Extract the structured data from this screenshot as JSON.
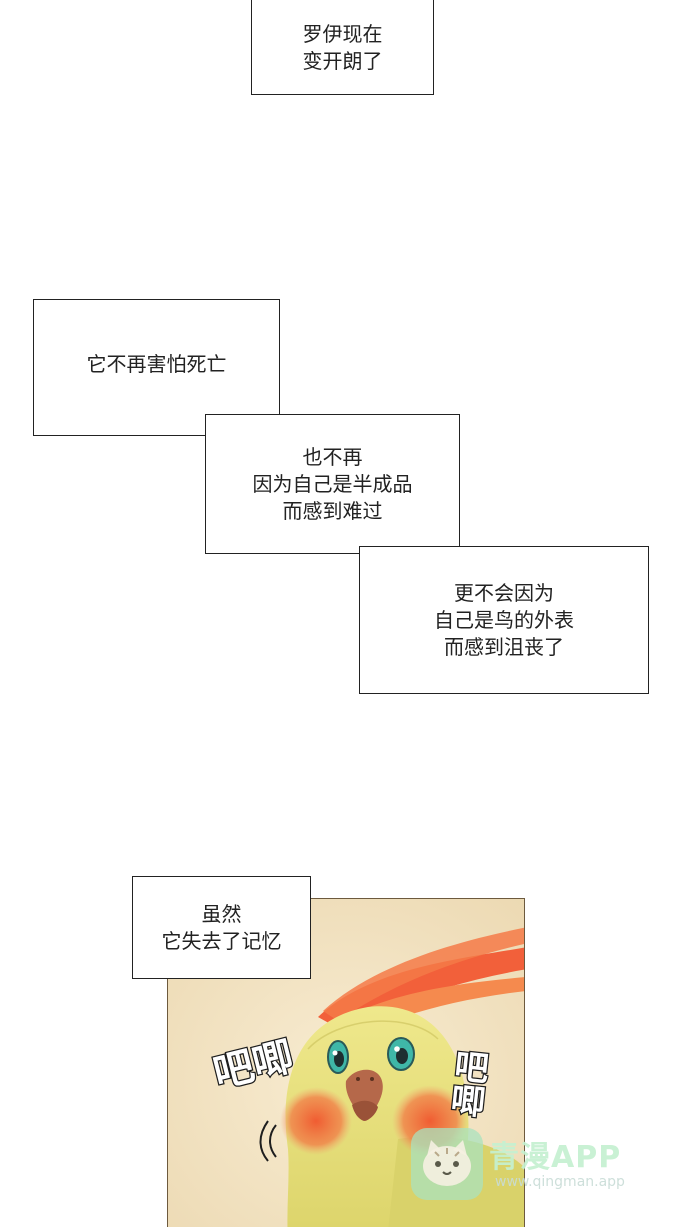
{
  "captions": [
    {
      "lines": [
        "罗伊现在",
        "变开朗了"
      ]
    },
    {
      "lines": [
        "它不再害怕死亡"
      ]
    },
    {
      "lines": [
        "也不再",
        "因为自己是半成品",
        "而感到难过"
      ]
    },
    {
      "lines": [
        "更不会因为",
        "自己是鸟的外表",
        "而感到沮丧了"
      ]
    },
    {
      "lines": [
        "虽然",
        "它失去了记忆"
      ]
    }
  ],
  "panel": {
    "sfx_left": "吧唧",
    "sfx_right": "吧唧",
    "colors": {
      "background": "#f3e4c4",
      "bird_body": "#e8e07a",
      "crest": "#f2603a",
      "cheek": "#f26a3c",
      "eye": "#3fb7a8",
      "beak": "#b5684a"
    }
  },
  "watermark": {
    "title": "青漫APP",
    "url": "www.qingman.app"
  }
}
